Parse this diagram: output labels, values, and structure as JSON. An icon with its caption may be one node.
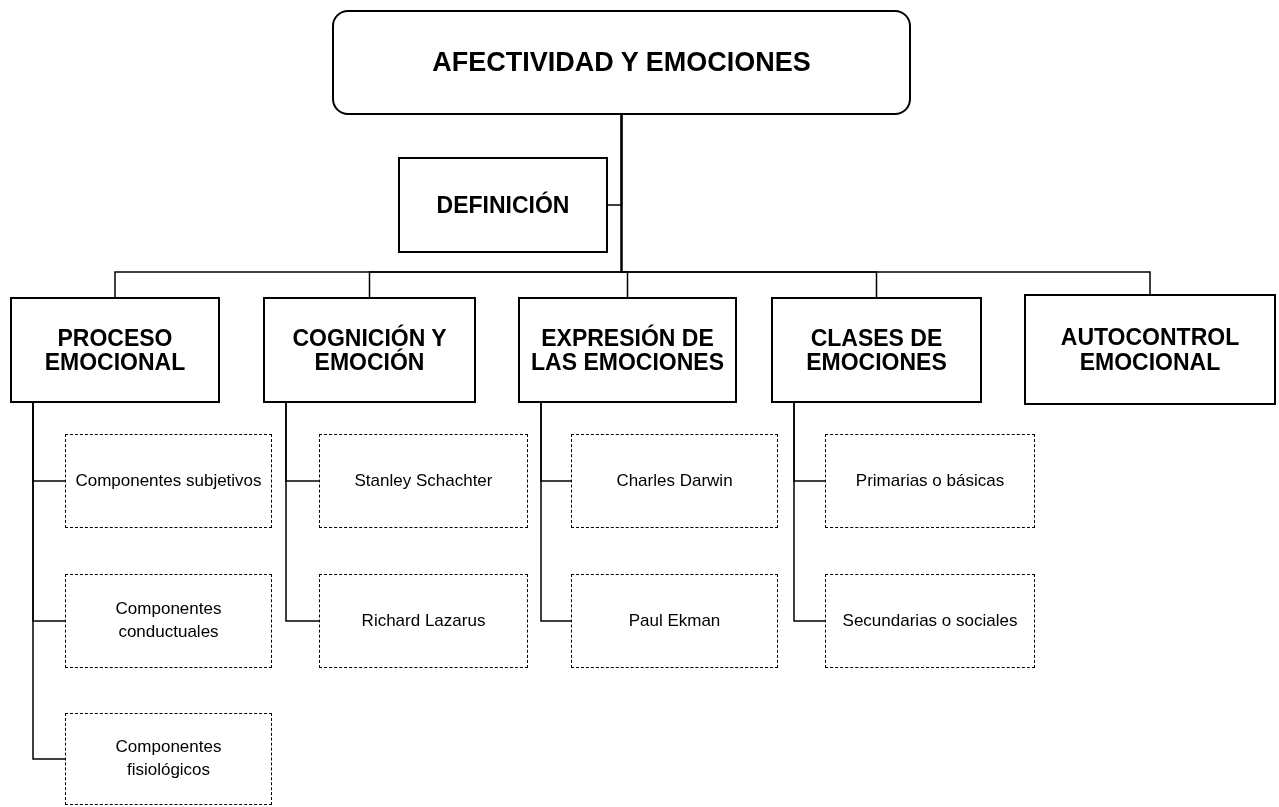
{
  "diagram": {
    "nodes": [
      {
        "text": [
          "AFECTIVIDAD  Y EMOCIONES"
        ]
      },
      {
        "text": [
          "DEFINICIÓN"
        ]
      },
      {
        "text": [
          "PROCESO EMOCIONAL"
        ]
      },
      {
        "text": [
          "COGNICIÓN Y EMOCIÓN"
        ]
      },
      {
        "text": [
          "EXPRESIÓN DE LAS EMOCIONES"
        ]
      },
      {
        "text": [
          "CLASES DE EMOCIONES"
        ]
      },
      {
        "text": [
          "AUTOCONTROL EMOCIONAL"
        ]
      },
      {
        "text": [
          "Componentes subjetivos"
        ]
      },
      {
        "text": [
          "Componentes conductuales"
        ]
      },
      {
        "text": [
          "Componentes fisiológicos"
        ]
      },
      {
        "text": [
          "Stanley Schachter"
        ]
      },
      {
        "text": [
          "Richard Lazarus"
        ]
      },
      {
        "text": [
          "Charles Darwin"
        ]
      },
      {
        "text": [
          "Paul Ekman"
        ]
      },
      {
        "text": [
          "Primarias o básicas"
        ]
      },
      {
        "text": [
          "Secundarias o sociales"
        ]
      }
    ],
    "edges": [
      {
        "from": 0,
        "to": 1,
        "arrow": "none"
      },
      {
        "from": 0,
        "to": 2,
        "arrow": "none"
      },
      {
        "from": 0,
        "to": 3,
        "arrow": "none"
      },
      {
        "from": 0,
        "to": 4,
        "arrow": "none"
      },
      {
        "from": 0,
        "to": 5,
        "arrow": "none"
      },
      {
        "from": 0,
        "to": 6,
        "arrow": "none"
      },
      {
        "from": 2,
        "to": 7,
        "arrow": "none"
      },
      {
        "from": 2,
        "to": 8,
        "arrow": "none"
      },
      {
        "from": 2,
        "to": 9,
        "arrow": "none"
      },
      {
        "from": 3,
        "to": 10,
        "arrow": "none"
      },
      {
        "from": 3,
        "to": 11,
        "arrow": "none"
      },
      {
        "from": 4,
        "to": 12,
        "arrow": "none"
      },
      {
        "from": 4,
        "to": 13,
        "arrow": "none"
      },
      {
        "from": 5,
        "to": 14,
        "arrow": "none"
      },
      {
        "from": 5,
        "to": 15,
        "arrow": "none"
      }
    ]
  }
}
